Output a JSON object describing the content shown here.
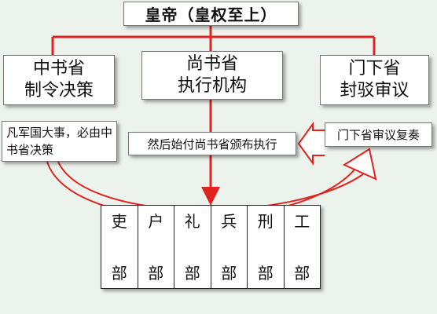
{
  "emperor": "皇帝（皇权至上）",
  "organs": {
    "zhongshu": {
      "name": "中书省",
      "role": "制令决策"
    },
    "shangshu": {
      "name": "尚书省",
      "role": "执行机构"
    },
    "menxia": {
      "name": "门下省",
      "role": "封驳审议"
    }
  },
  "notes": {
    "zhongshu_decides": "凡军国大事，必由中书省决策",
    "menxia_review": "门下省审议复奏",
    "shangshu_execute": "然后始付尚书省颁布执行"
  },
  "ministries": [
    {
      "name": "吏",
      "suffix": "部"
    },
    {
      "name": "户",
      "suffix": "部"
    },
    {
      "name": "礼",
      "suffix": "部"
    },
    {
      "name": "兵",
      "suffix": "部"
    },
    {
      "name": "刑",
      "suffix": "部"
    },
    {
      "name": "工",
      "suffix": "部"
    }
  ],
  "colors": {
    "line": "#e0231f",
    "background": "#ecf3ec"
  }
}
